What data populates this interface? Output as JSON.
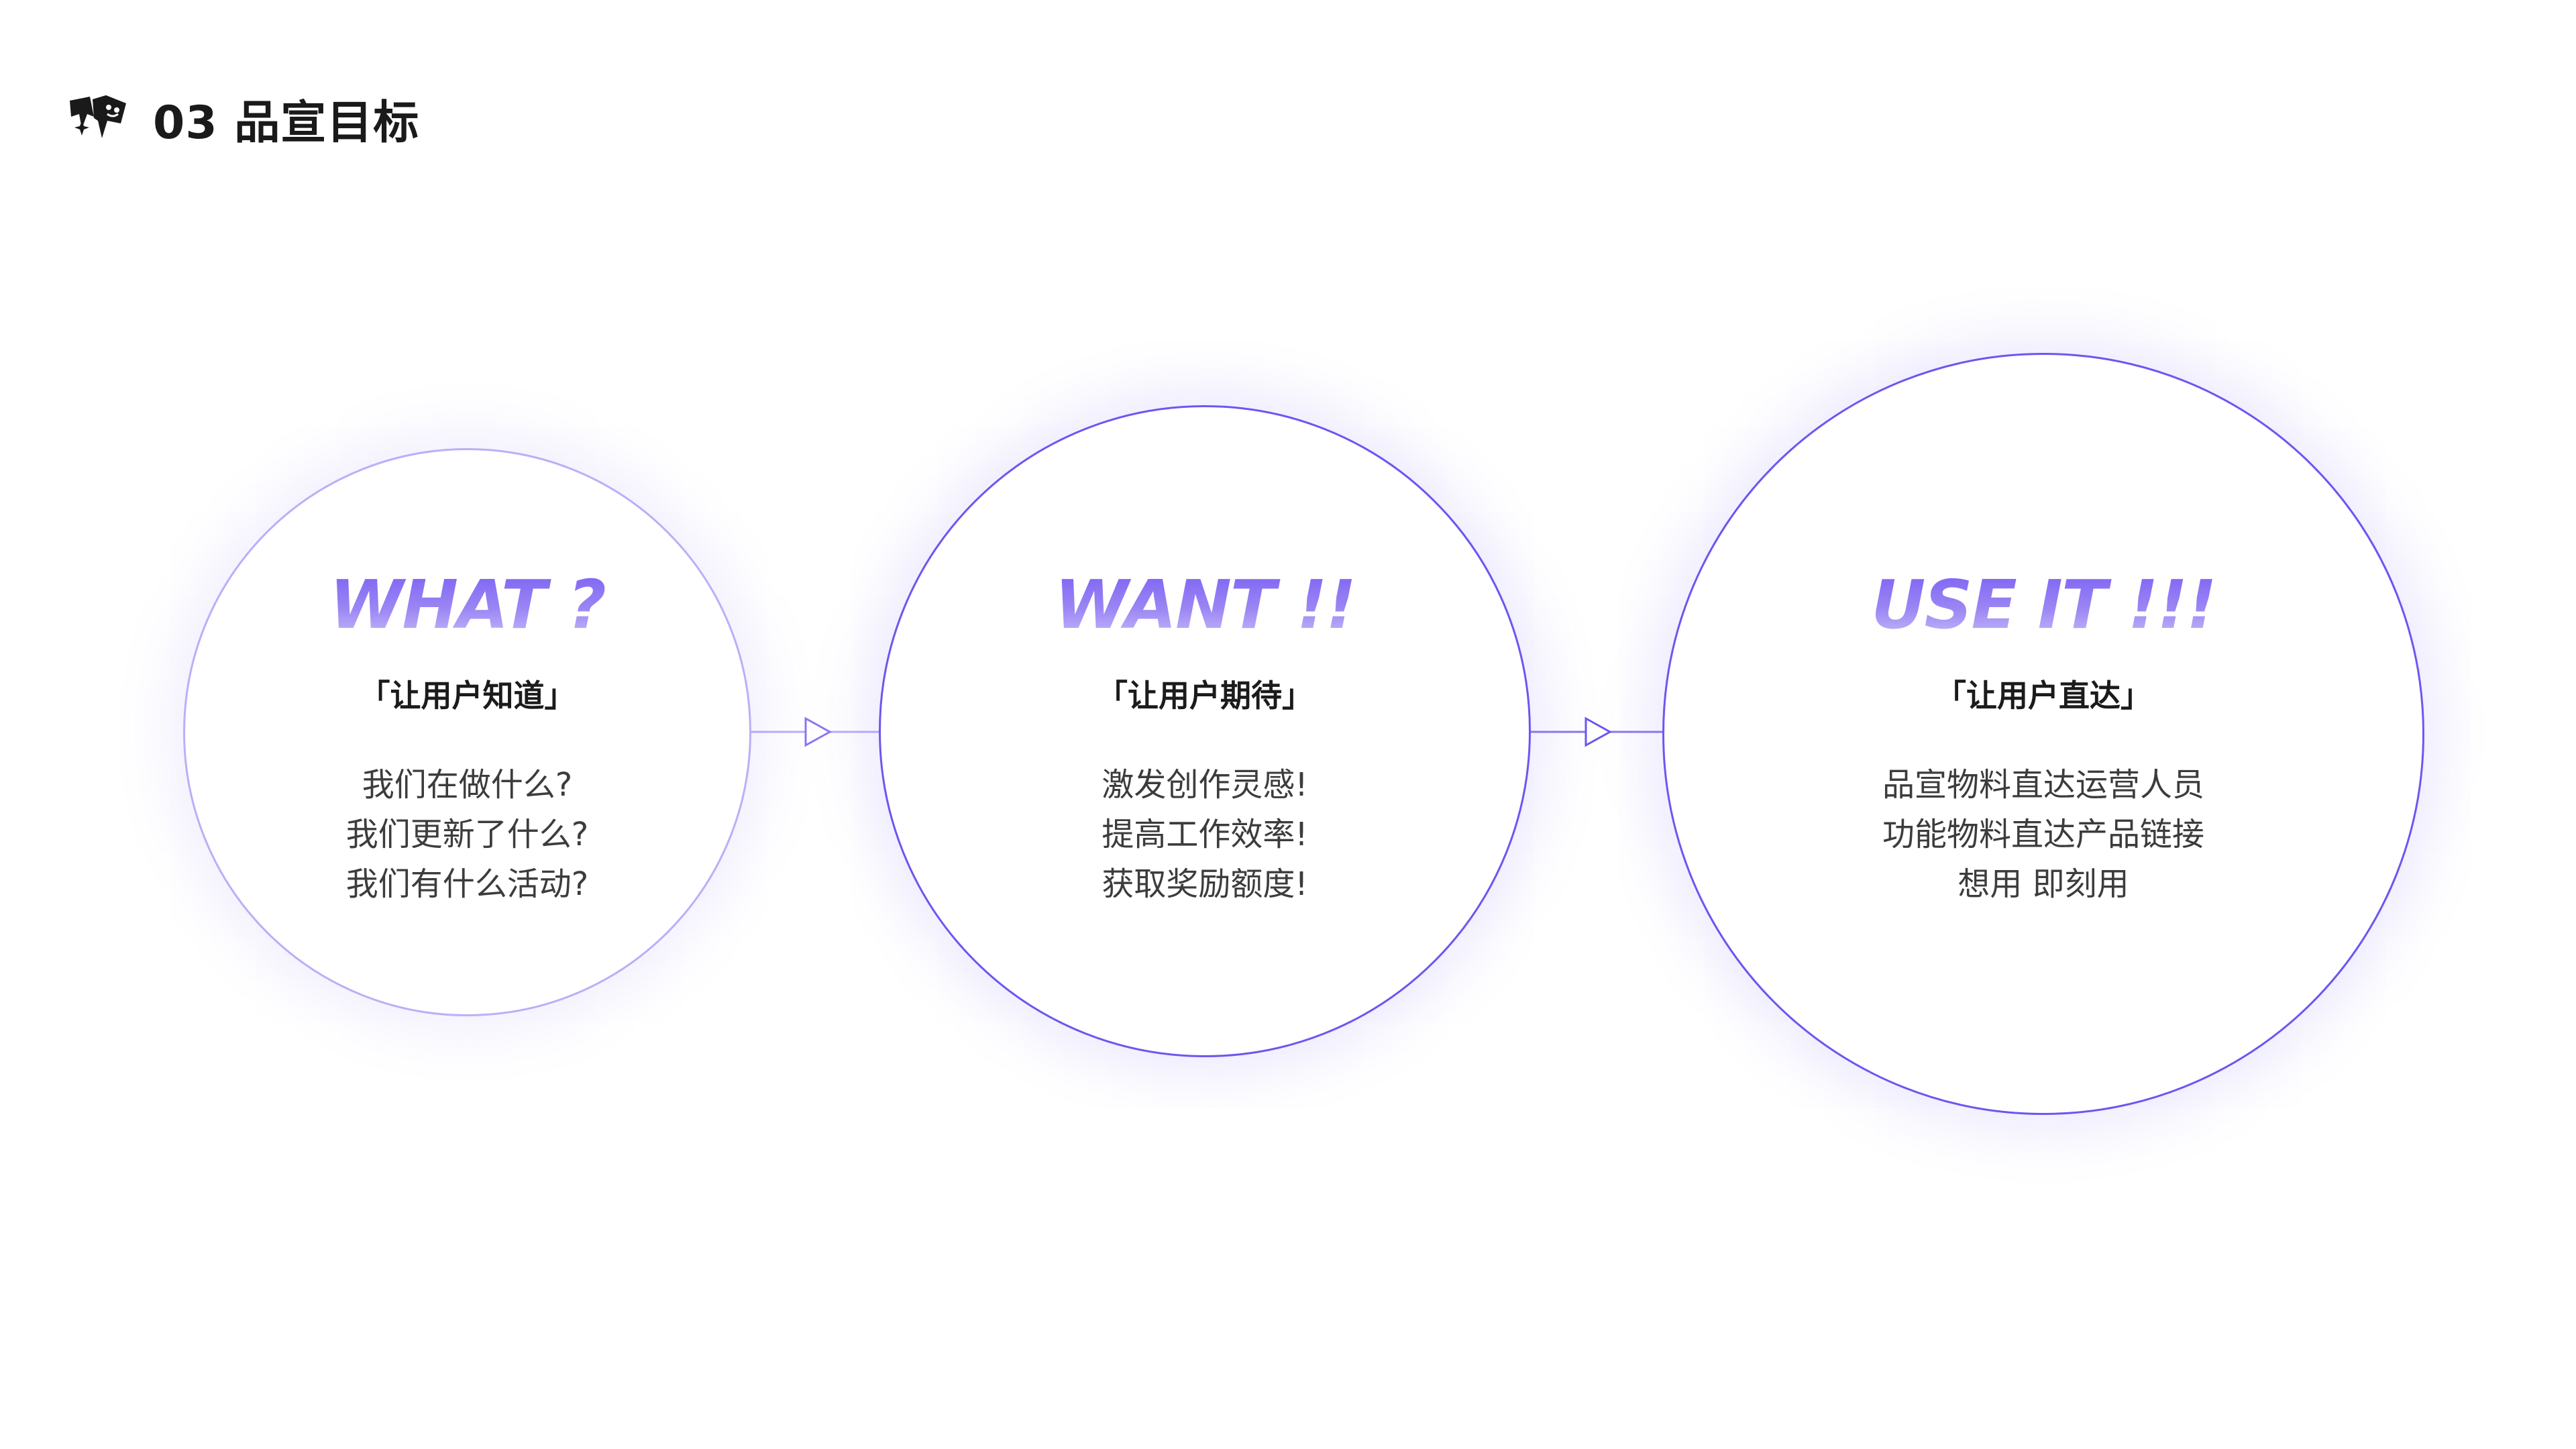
{
  "header": {
    "logo_icon": "brand-logo-icon",
    "title": "03 品宣目标"
  },
  "accent_color": "#6b57f0",
  "circles": [
    {
      "heading": "WHAT ?",
      "subheading": "「让用户知道」",
      "lines": [
        "我们在做什么?",
        "我们更新了什么?",
        "我们有什么活动?"
      ]
    },
    {
      "heading": "WANT !!",
      "subheading": "「让用户期待」",
      "lines": [
        "激发创作灵感!",
        "提高工作效率!",
        "获取奖励额度!"
      ]
    },
    {
      "heading": "USE IT !!!",
      "subheading": "「让用户直达」",
      "lines": [
        "品宣物料直达运营人员",
        "功能物料直达产品链接",
        "想用 即刻用"
      ]
    }
  ],
  "connector_icon": "arrow-right-icon"
}
